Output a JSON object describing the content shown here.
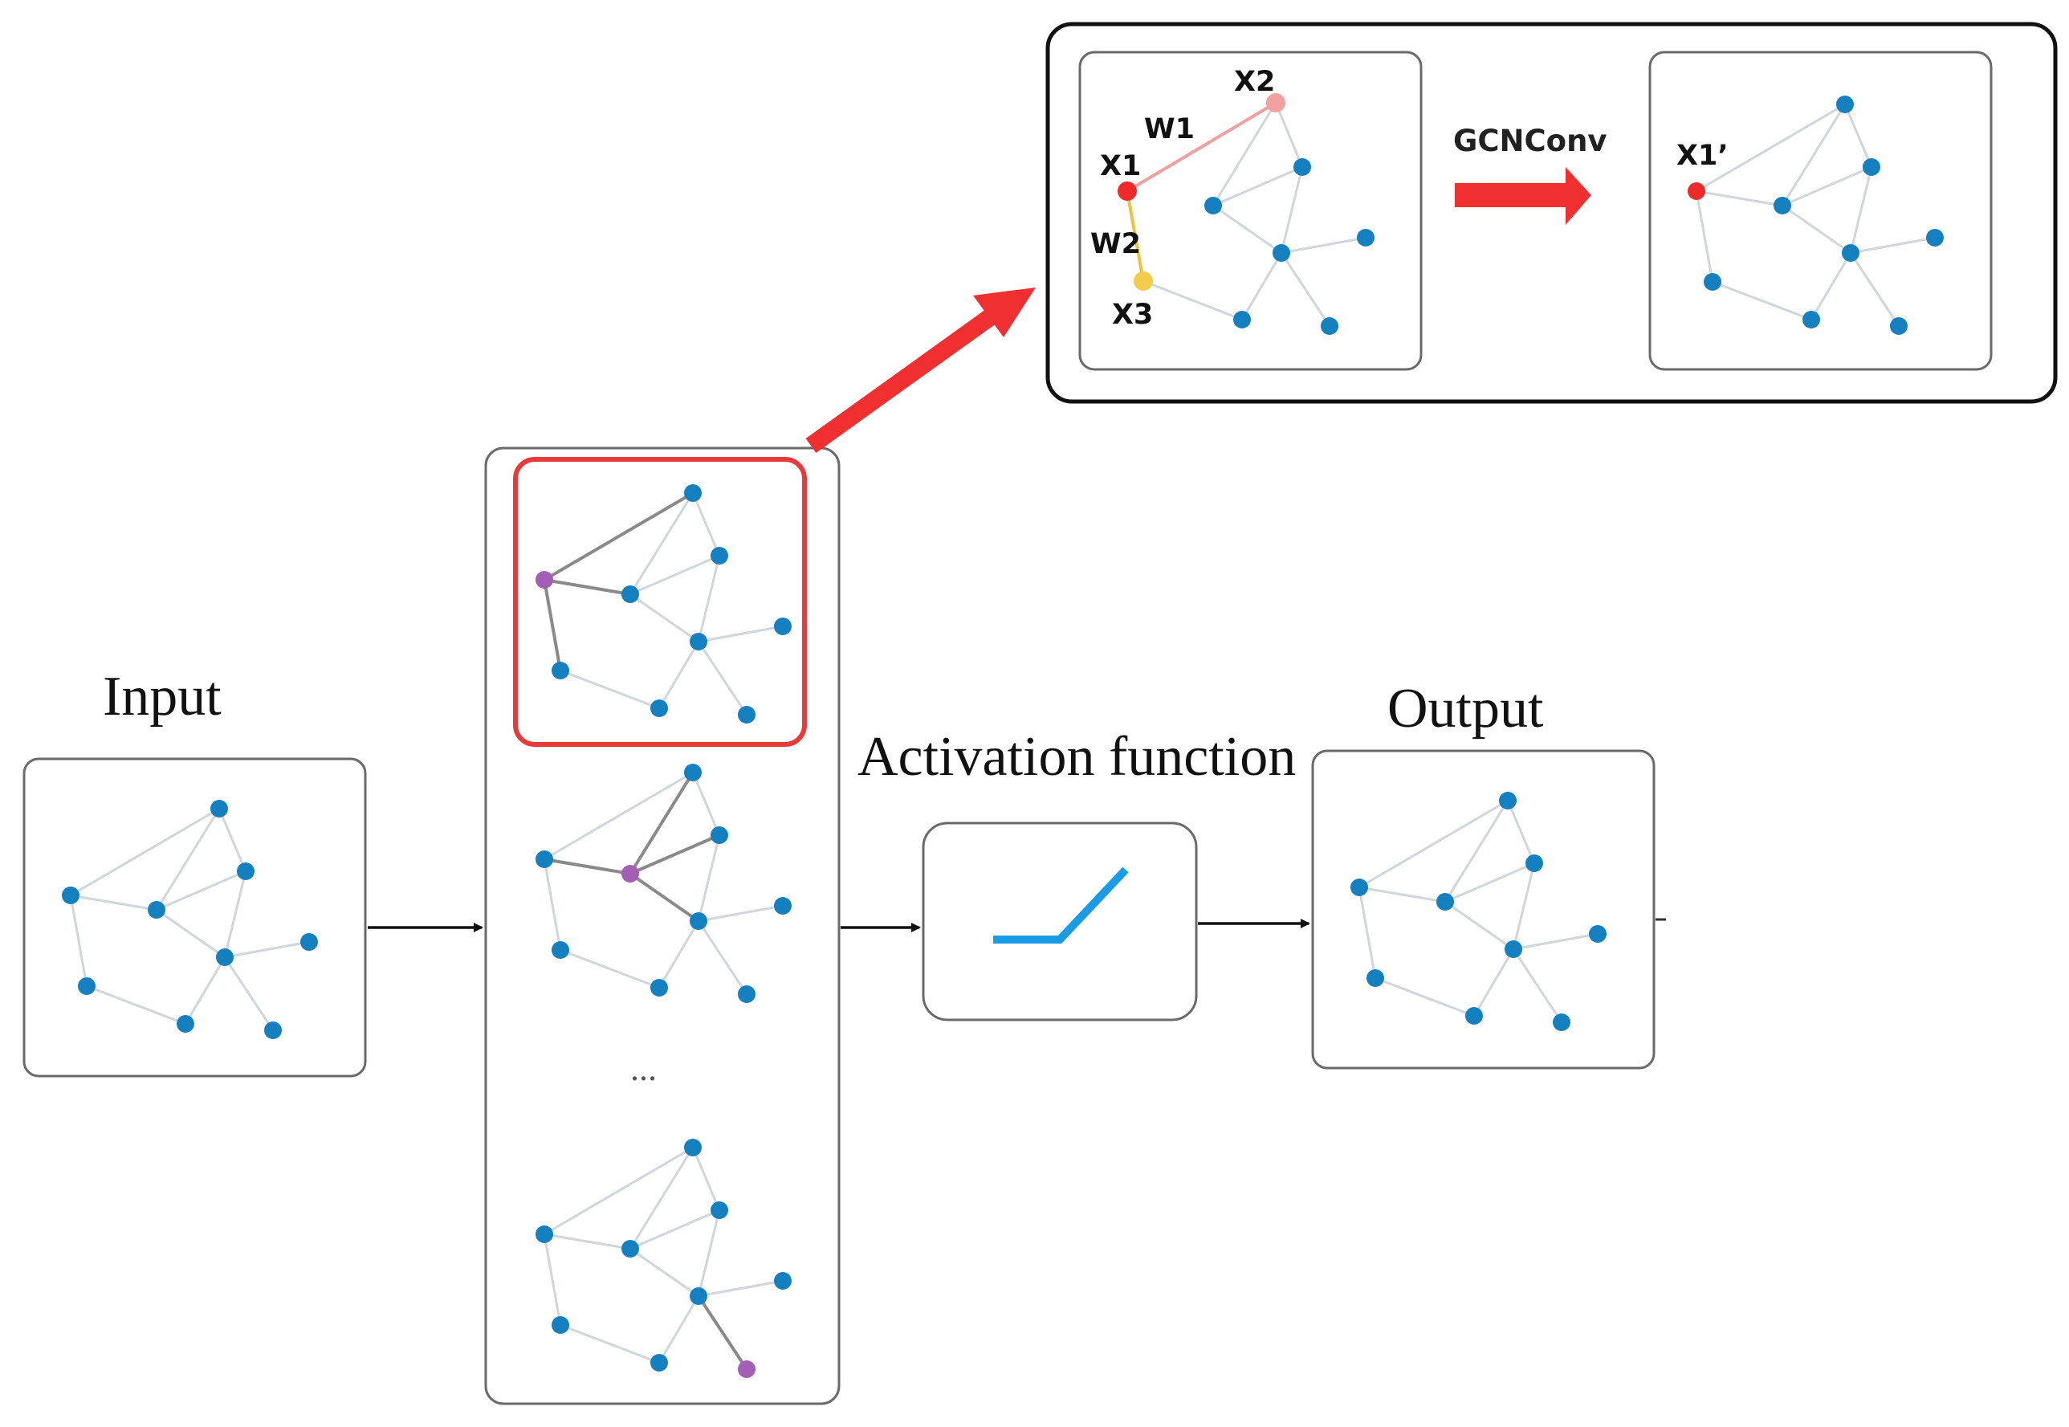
{
  "labels": {
    "input": "Input",
    "output": "Output",
    "activation": "Activation function",
    "ellipsis": "...",
    "gcnconv": "GCNConv",
    "x1": "X1",
    "x2": "X2",
    "x3": "X3",
    "w1": "W1",
    "w2": "W2",
    "x1_prime": "X1’"
  },
  "colors": {
    "node": "#1580bf",
    "node_highlight": "#a35fb5",
    "x1_node": "#ee2b2b",
    "x2_node": "#f2a0a0",
    "x3_node": "#f2cc4c",
    "edge": "#d2d6da",
    "edge_highlight": "#8a8a8a",
    "w1_edge": "#f0a0a0",
    "w2_edge": "#f0c040",
    "red_arrow": "#f03030",
    "selection_box": "#e83a3a",
    "activation_line": "#1a9be8",
    "box_border": "#555555"
  }
}
